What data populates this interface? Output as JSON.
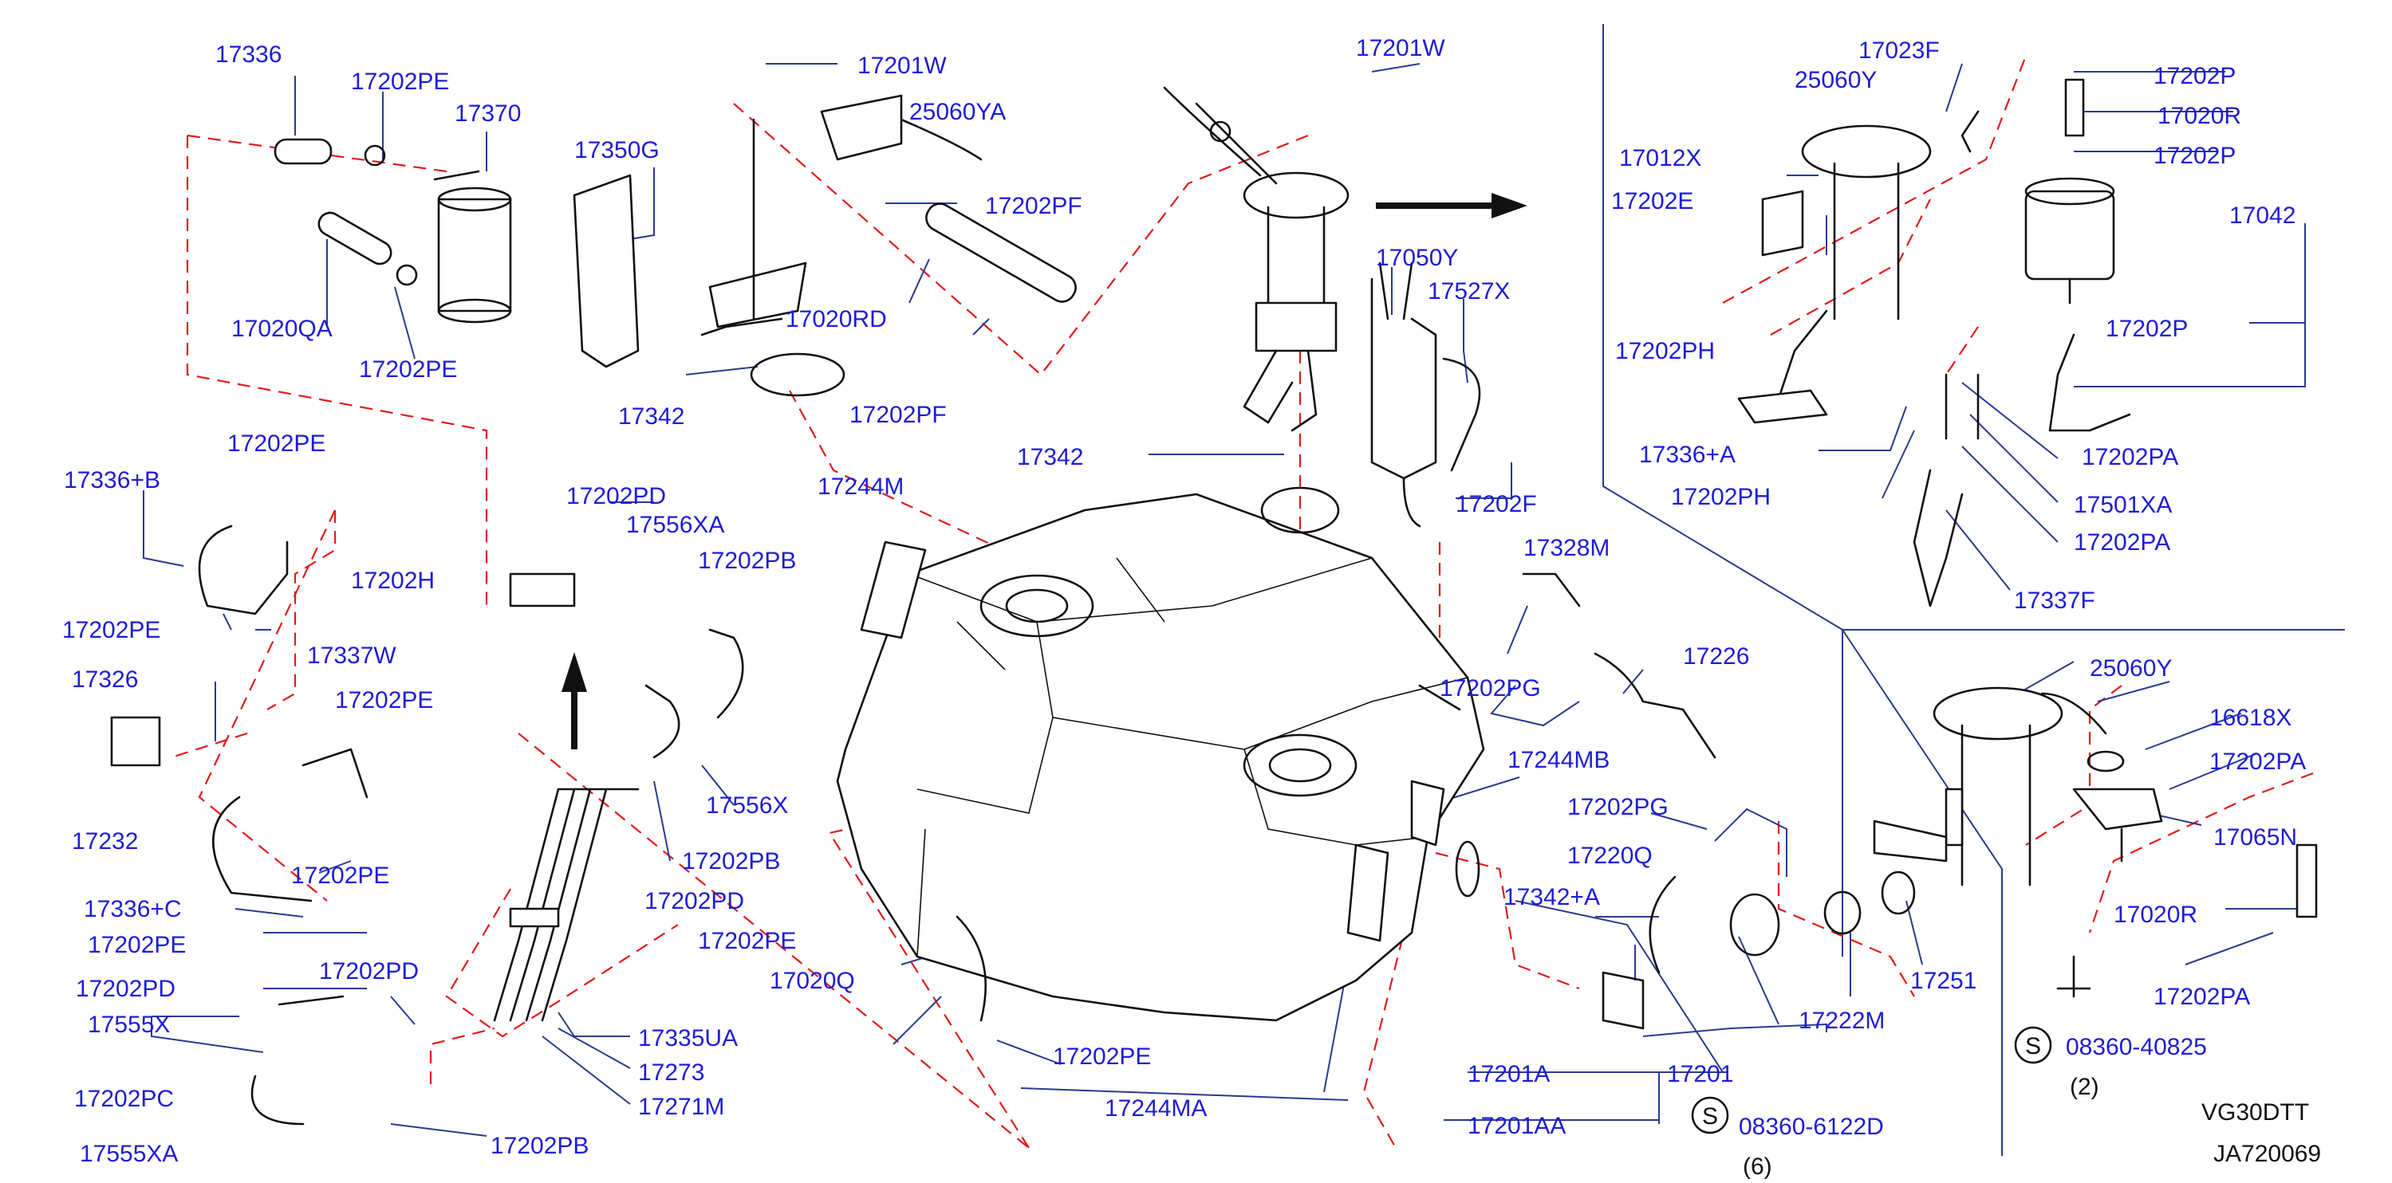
{
  "diagram": {
    "code_lines": [
      "VG30DTT",
      "JA720069"
    ],
    "part_labels": [
      "17336",
      "17202PE",
      "17370",
      "17350G",
      "17020QA",
      "17202PE",
      "17201W",
      "25060YA",
      "17202PF",
      "17020RD",
      "17202PF",
      "17342",
      "17201W",
      "17050Y",
      "17527X",
      "17342",
      "17202F",
      "17023F",
      "25060Y",
      "17202P",
      "17020R",
      "17202P",
      "17012X",
      "17202E",
      "17042",
      "17202P",
      "17202PH",
      "17336+A",
      "17202PA",
      "17202PH",
      "17501XA",
      "17202PA",
      "17337F",
      "17336+B",
      "17202PE",
      "17202H",
      "17202PE",
      "17202PD",
      "17556XA",
      "17202PB",
      "17244M",
      "17328M",
      "17202PG",
      "17226",
      "17326",
      "17337W",
      "17202PE",
      "17232",
      "17202PE",
      "17336+C",
      "17202PE",
      "17556X",
      "17202PB",
      "17202PD",
      "17244MB",
      "17202PG",
      "17220Q",
      "17342+A",
      "17202PE",
      "17020Q",
      "17202PD",
      "17202PD",
      "17555X",
      "17202PC",
      "17555XA",
      "17202PB",
      "17335UA",
      "17273",
      "17271M",
      "17202PE",
      "17244MA",
      "17201A",
      "17201AA",
      "17201",
      "08360-6122D",
      "(6)",
      "17222M",
      "17251",
      "25060Y",
      "16618X",
      "17202PA",
      "17065N",
      "17020R",
      "17202PA",
      "08360-40825",
      "(2)"
    ],
    "s_marks": [
      "S",
      "S"
    ]
  }
}
